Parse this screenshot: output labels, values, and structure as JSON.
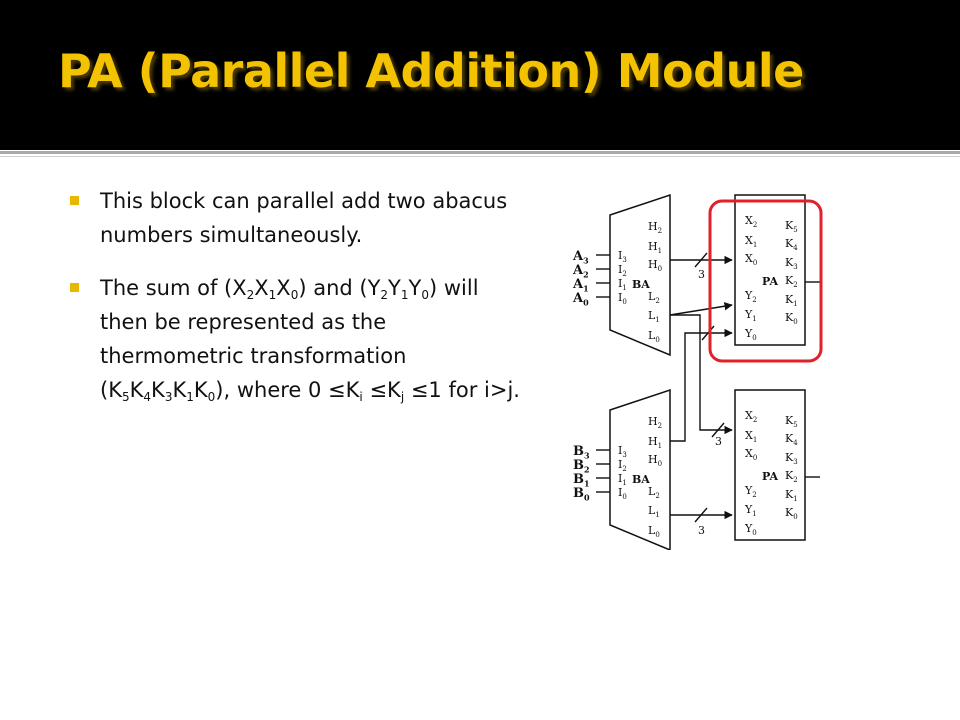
{
  "title": "PA (Parallel Addition) Module",
  "bullets": {
    "b1": {
      "text": "This block can parallel add two abacus numbers simultaneously."
    },
    "b2": {
      "p1": "The sum of (X",
      "s1": "2",
      "p2": "X",
      "s2": "1",
      "p3": "X",
      "s3": "0",
      "p4": ") and (Y",
      "s4": "2",
      "p5": "Y",
      "s5": "1",
      "p6": "Y",
      "s6": "0",
      "p7": ") will then be represented as the thermometric transformation (K",
      "s7": "5",
      "p8": "K",
      "s8": "4",
      "p9": "K",
      "s9": "3",
      "p10": "K",
      "s10": "1",
      "p11": "K",
      "s11": "0",
      "p12": "), where 0 ≤K",
      "s12": "i",
      "p13": " ≤K",
      "s13": "j",
      "p14": " ≤1 for i>j."
    }
  },
  "diagram": {
    "inputs_a": [
      "A",
      "A",
      "A",
      "A"
    ],
    "inputs_b": [
      "B",
      "B",
      "B",
      "B"
    ],
    "input_subs": [
      "3",
      "2",
      "1",
      "0"
    ],
    "ba_left_ports": [
      "I",
      "I",
      "I",
      "I"
    ],
    "ba_left_subs": [
      "3",
      "2",
      "1",
      "0"
    ],
    "ba_right_ports": [
      "H",
      "H",
      "H",
      "L",
      "L",
      "L"
    ],
    "ba_right_subs": [
      "2",
      "1",
      "0",
      "2",
      "1",
      "0"
    ],
    "ba_label": "BA",
    "pa_left_ports": [
      "X",
      "X",
      "X",
      "Y",
      "Y",
      "Y"
    ],
    "pa_left_subs": [
      "2",
      "1",
      "0",
      "2",
      "1",
      "0"
    ],
    "pa_right_ports": [
      "K",
      "K",
      "K",
      "K",
      "K",
      "K"
    ],
    "pa_right_subs": [
      "5",
      "4",
      "3",
      "2",
      "1",
      "0"
    ],
    "pa_label": "PA",
    "bus_width": "3",
    "colors": {
      "title": "#f3c200",
      "bullet": "#e8b800",
      "highlight": "#e0202a"
    }
  }
}
